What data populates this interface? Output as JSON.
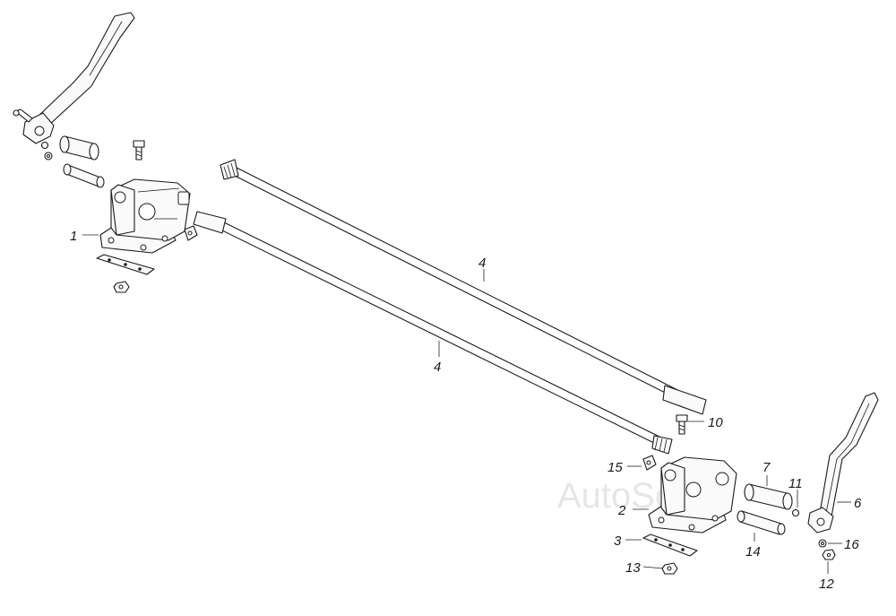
{
  "watermark": "AutoSoft",
  "callouts": [
    {
      "id": "1",
      "text": "1"
    },
    {
      "id": "2",
      "text": "2"
    },
    {
      "id": "3",
      "text": "3"
    },
    {
      "id": "4a",
      "text": "4"
    },
    {
      "id": "4b",
      "text": "4"
    },
    {
      "id": "6",
      "text": "6"
    },
    {
      "id": "7",
      "text": "7"
    },
    {
      "id": "10",
      "text": "10"
    },
    {
      "id": "11",
      "text": "11"
    },
    {
      "id": "12",
      "text": "12"
    },
    {
      "id": "13",
      "text": "13"
    },
    {
      "id": "14",
      "text": "14"
    },
    {
      "id": "15",
      "text": "15"
    },
    {
      "id": "16",
      "text": "16"
    }
  ]
}
